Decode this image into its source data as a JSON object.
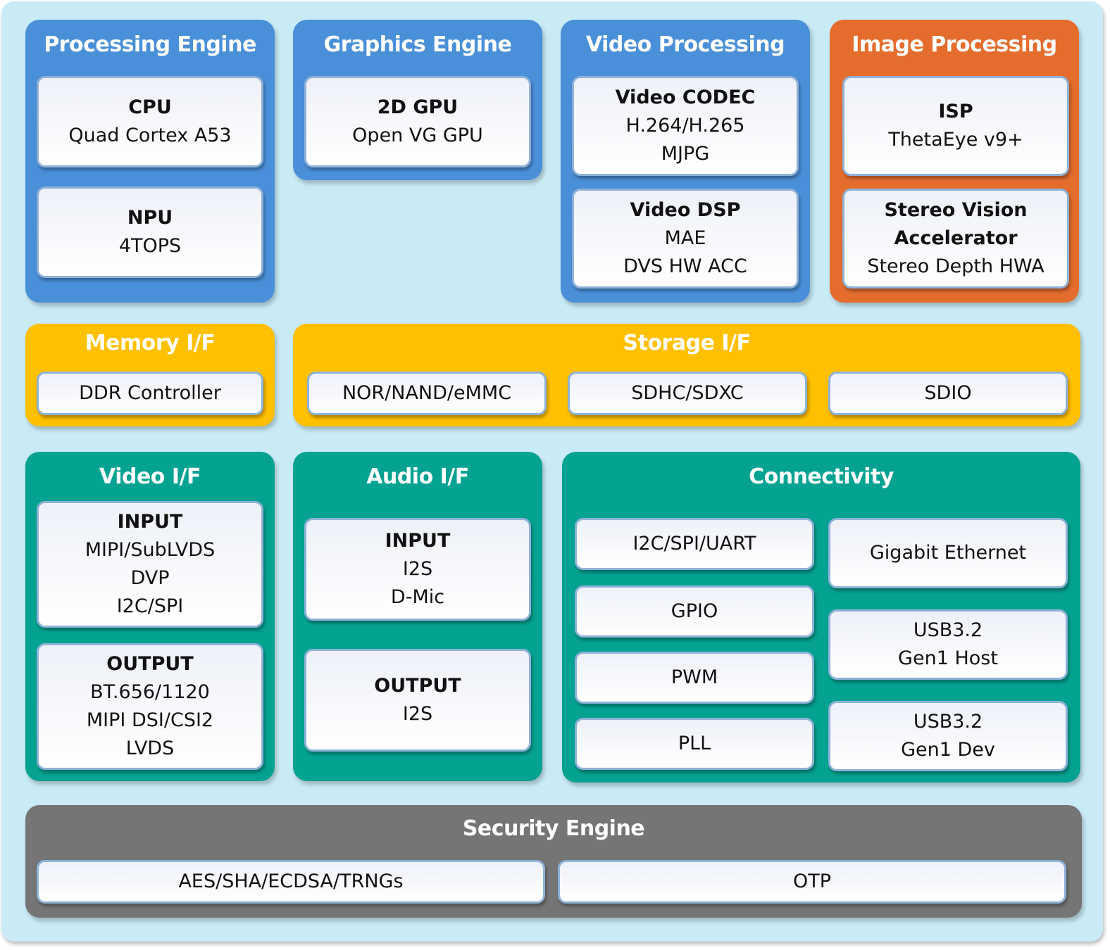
{
  "processing_engine": {
    "title": "Processing Engine",
    "cpu": {
      "name": "CPU",
      "line1": "Quad Cortex A53"
    },
    "npu": {
      "name": "NPU",
      "line1": "4TOPS"
    }
  },
  "graphics_engine": {
    "title": "Graphics Engine",
    "gpu": {
      "name": "2D GPU",
      "line1": "Open VG GPU"
    }
  },
  "video_processing": {
    "title": "Video Processing",
    "codec": {
      "name": "Video CODEC",
      "line1": "H.264/H.265",
      "line2": "MJPG"
    },
    "dsp": {
      "name": "Video DSP",
      "line1": "MAE",
      "line2": "DVS HW ACC"
    }
  },
  "image_processing": {
    "title": "Image Processing",
    "isp": {
      "name": "ISP",
      "line1": "ThetaEye v9+"
    },
    "stereo": {
      "name1": "Stereo Vision",
      "name2": "Accelerator",
      "line1": "Stereo Depth HWA"
    }
  },
  "memory_if": {
    "title": "Memory I/F",
    "items": [
      "DDR Controller"
    ]
  },
  "storage_if": {
    "title": "Storage I/F",
    "items": [
      "NOR/NAND/eMMC",
      "SDHC/SDXC",
      "SDIO"
    ]
  },
  "video_if": {
    "title": "Video I/F",
    "input": {
      "name": "INPUT",
      "lines": [
        "MIPI/SubLVDS",
        "DVP",
        "I2C/SPI"
      ]
    },
    "output": {
      "name": "OUTPUT",
      "lines": [
        "BT.656/1120",
        "MIPI DSI/CSI2",
        "LVDS"
      ]
    }
  },
  "audio_if": {
    "title": "Audio I/F",
    "input": {
      "name": "INPUT",
      "lines": [
        "I2S",
        "D-Mic"
      ]
    },
    "output": {
      "name": "OUTPUT",
      "lines": [
        "I2S"
      ]
    }
  },
  "connectivity": {
    "title": "Connectivity",
    "left": [
      "I2C/SPI/UART",
      "GPIO",
      "PWM",
      "PLL"
    ],
    "right": {
      "ethernet": "Gigabit Ethernet",
      "usb_host": [
        "USB3.2",
        "Gen1 Host"
      ],
      "usb_dev": [
        "USB3.2",
        "Gen1 Dev"
      ]
    }
  },
  "security_engine": {
    "title": "Security Engine",
    "items": [
      "AES/SHA/ECDSA/TRNGs",
      "OTP"
    ]
  },
  "colors": {
    "background": "#c9ebf6",
    "blue": "#4a90d9",
    "orange": "#e46d2e",
    "yellow": "#ffc000",
    "teal": "#04a291",
    "gray": "#757575"
  }
}
